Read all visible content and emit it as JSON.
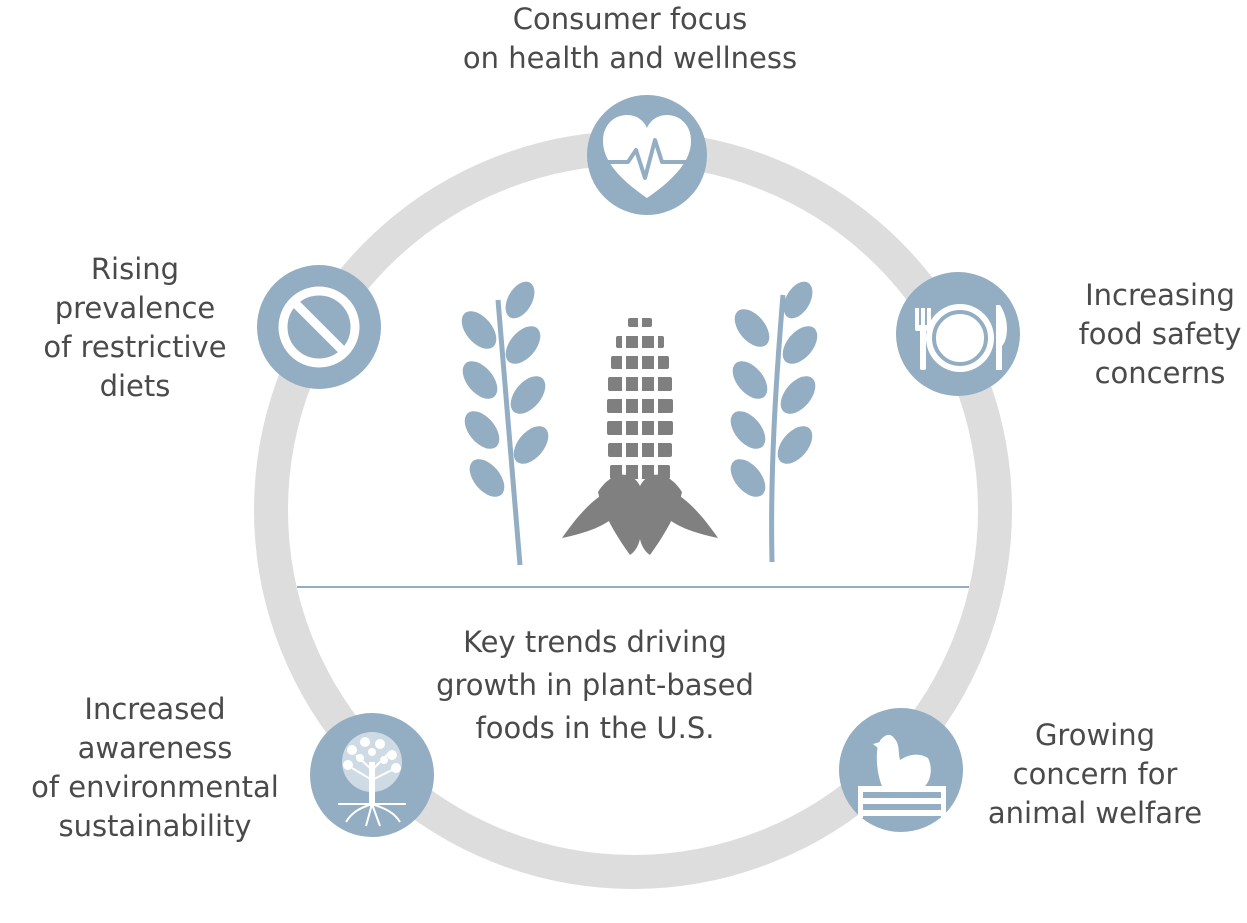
{
  "center": {
    "lines": [
      "Key trends driving",
      "growth in plant-based",
      "foods in the U.S."
    ]
  },
  "trends": [
    {
      "lines": [
        "Consumer focus",
        "on health and wellness"
      ],
      "icon": "heart-pulse-icon"
    },
    {
      "lines": [
        "Increasing",
        "food safety",
        "concerns"
      ],
      "icon": "plate-fork-knife-icon"
    },
    {
      "lines": [
        "Growing",
        "concern for",
        "animal welfare"
      ],
      "icon": "hen-crate-icon"
    },
    {
      "lines": [
        "Increased",
        "awareness",
        "of environmental",
        "sustainability"
      ],
      "icon": "tree-roots-icon"
    },
    {
      "lines": [
        "Rising",
        "prevalence",
        "of restrictive",
        "diets"
      ],
      "icon": "prohibited-icon"
    }
  ],
  "colors": {
    "ring": "#dddddd",
    "icon_circle": "#93adc3",
    "plant": "#93adc3",
    "corn": "#808080",
    "text": "#4a4a4a"
  }
}
